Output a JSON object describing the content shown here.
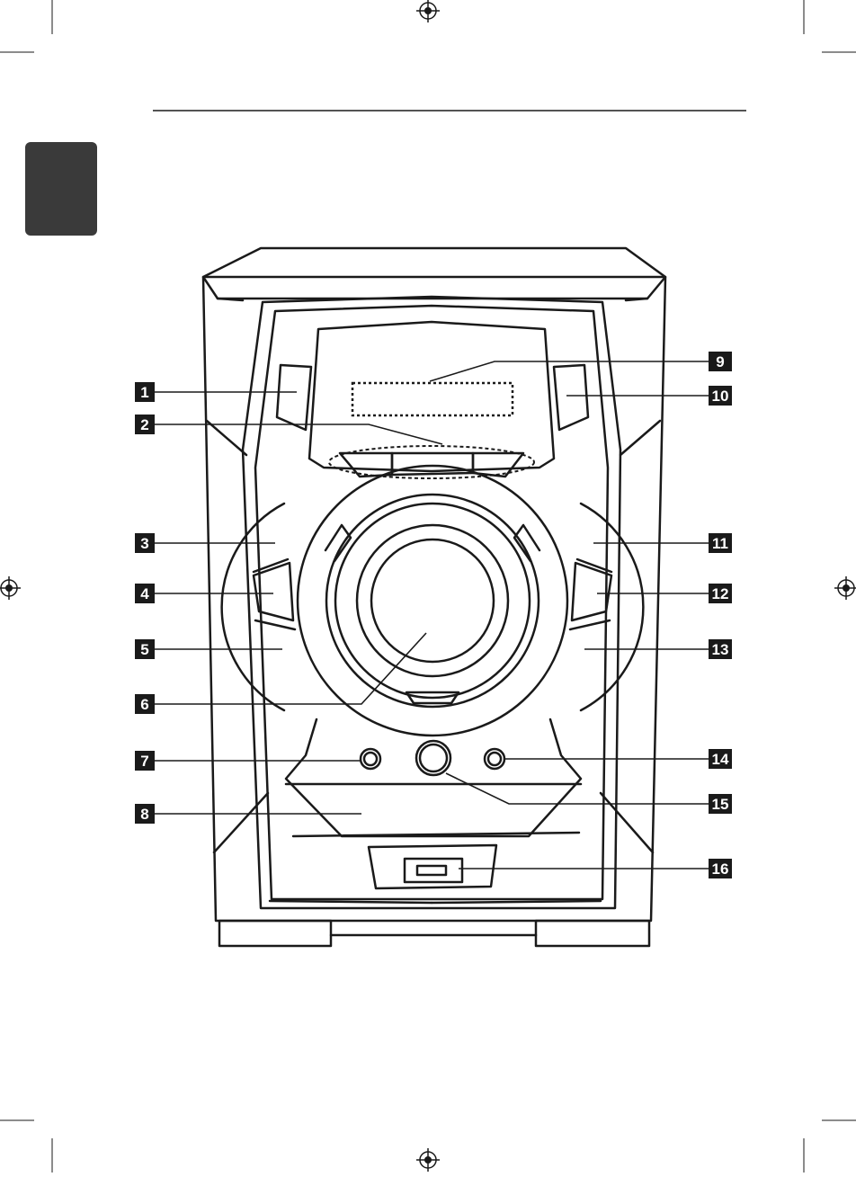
{
  "callouts": [
    {
      "label": "1"
    },
    {
      "label": "2"
    },
    {
      "label": "3"
    },
    {
      "label": "4"
    },
    {
      "label": "5"
    },
    {
      "label": "6"
    },
    {
      "label": "7"
    },
    {
      "label": "8"
    },
    {
      "label": "9"
    },
    {
      "label": "10"
    },
    {
      "label": "11"
    },
    {
      "label": "12"
    },
    {
      "label": "13"
    },
    {
      "label": "14"
    },
    {
      "label": "15"
    },
    {
      "label": "16"
    }
  ],
  "colors": {
    "ink": "#1a1a1a",
    "chapter_tab": "#3a3a3a",
    "paper": "#ffffff"
  },
  "icons": [
    "registration-mark-icon",
    "usb-port-icon"
  ]
}
